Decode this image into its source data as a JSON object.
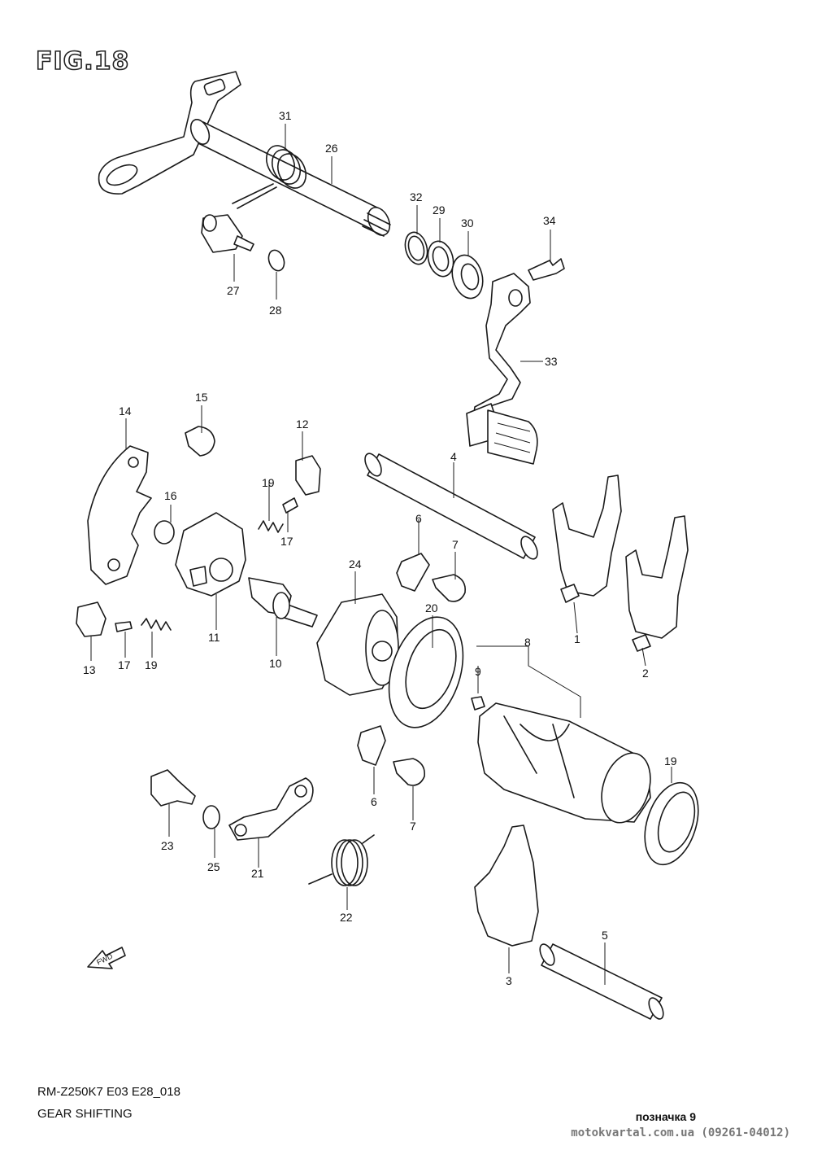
{
  "figure": {
    "title": "FIG.18",
    "model_code": "RM-Z250K7 E03 E28_018",
    "caption": "GEAR SHIFTING",
    "note": "позначка 9",
    "watermark": "motokvartal.com.ua (09261-04012)"
  },
  "callouts": [
    "1",
    "2",
    "3",
    "4",
    "5",
    "6",
    "6",
    "7",
    "7",
    "8",
    "9",
    "10",
    "11",
    "12",
    "13",
    "14",
    "15",
    "16",
    "17",
    "17",
    "19",
    "19",
    "20",
    "21",
    "22",
    "23",
    "24",
    "25",
    "26",
    "27",
    "28",
    "29",
    "30",
    "31",
    "32",
    "33",
    "34"
  ],
  "arrow_label": "FWD"
}
